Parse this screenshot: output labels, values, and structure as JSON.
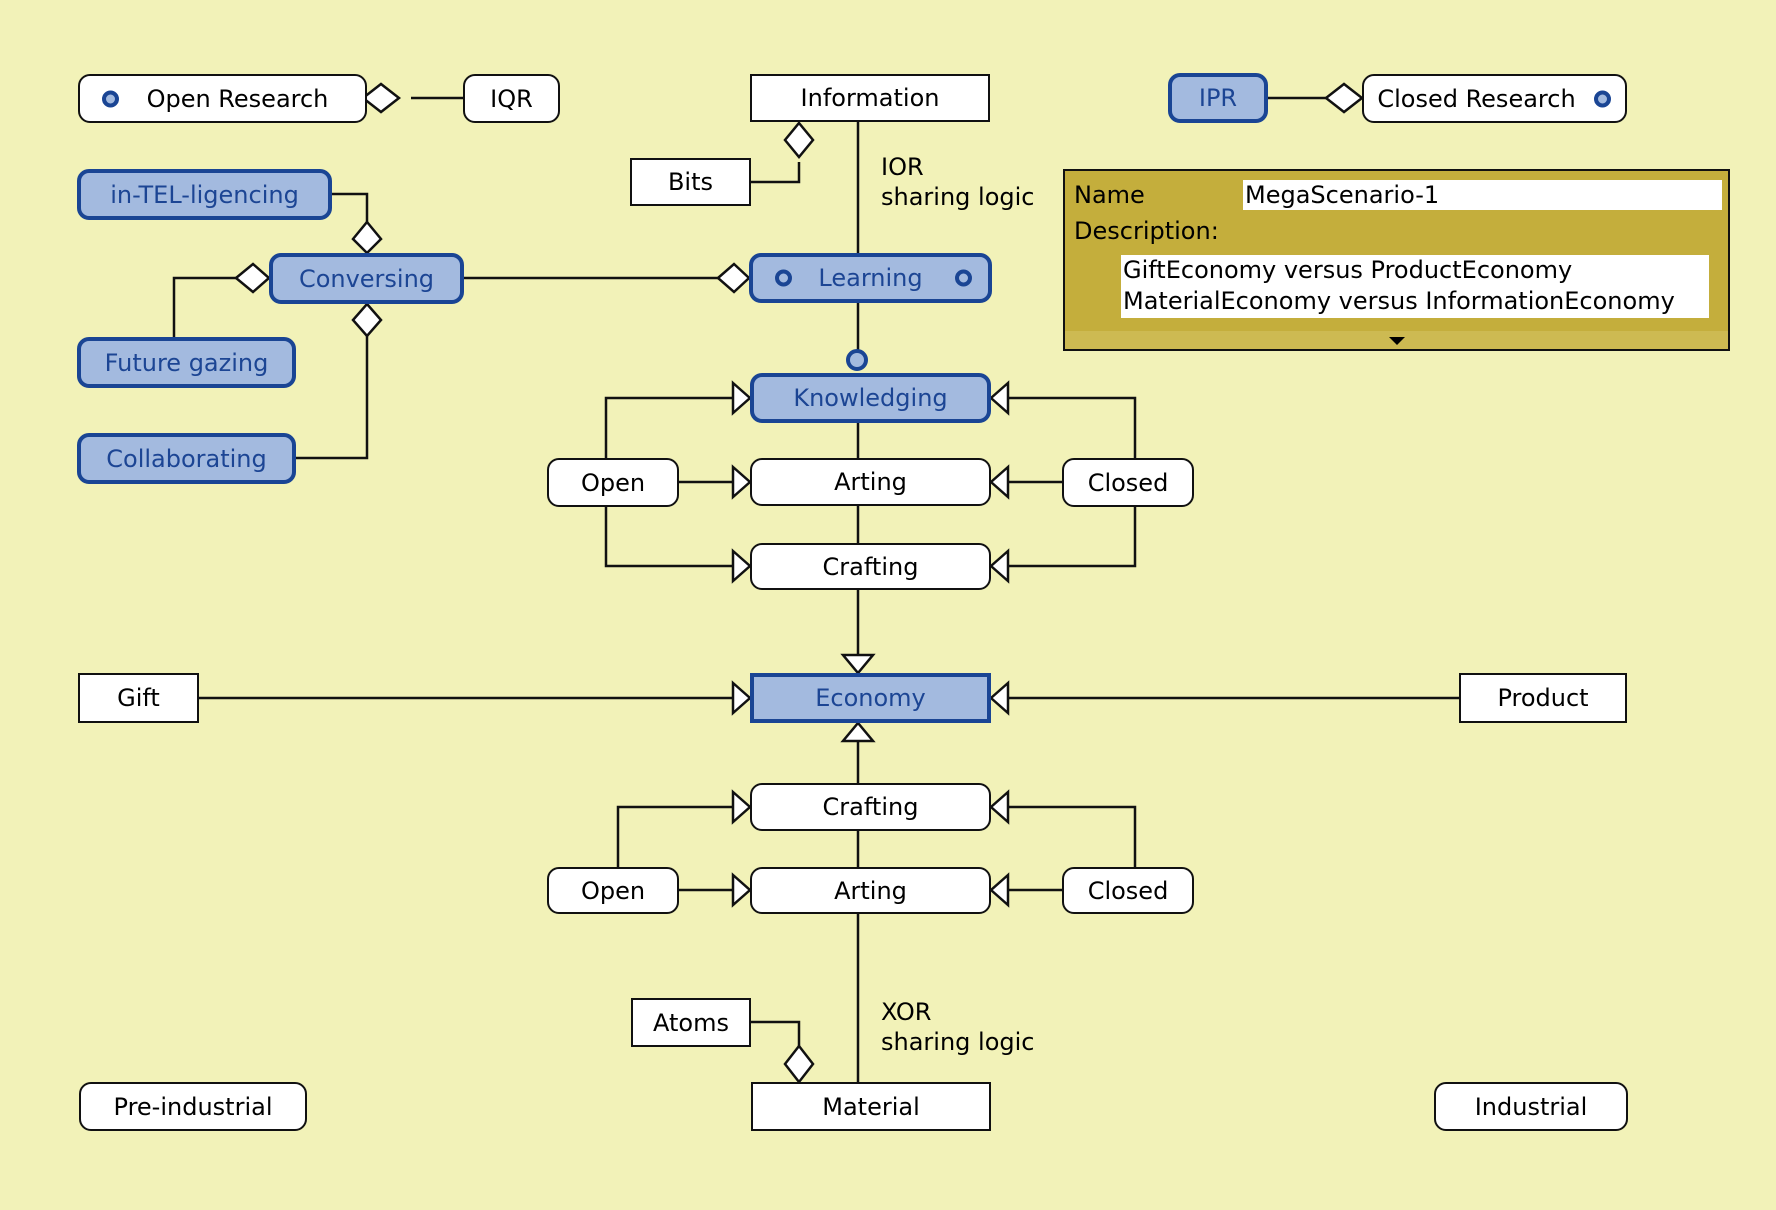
{
  "nodes": {
    "open_research": {
      "label": "Open Research",
      "icon": "circle-port-icon"
    },
    "iqr": {
      "label": "IQR"
    },
    "information": {
      "label": "Information"
    },
    "bits": {
      "label": "Bits"
    },
    "ipr": {
      "label": "IPR"
    },
    "closed_research": {
      "label": "Closed Research",
      "icon": "circle-port-icon"
    },
    "in_tel_ligencing": {
      "label": "in-TEL-ligencing"
    },
    "conversing": {
      "label": "Conversing"
    },
    "future_gazing": {
      "label": "Future gazing"
    },
    "collaborating": {
      "label": "Collaborating"
    },
    "learning": {
      "label": "Learning",
      "icons": [
        "circle-port-icon",
        "circle-port-icon"
      ]
    },
    "knowledging": {
      "label": "Knowledging"
    },
    "open_upper": {
      "label": "Open"
    },
    "arting_upper": {
      "label": "Arting"
    },
    "closed_upper": {
      "label": "Closed"
    },
    "crafting_upper": {
      "label": "Crafting"
    },
    "gift": {
      "label": "Gift"
    },
    "economy": {
      "label": "Economy"
    },
    "product": {
      "label": "Product"
    },
    "crafting_lower": {
      "label": "Crafting"
    },
    "open_lower": {
      "label": "Open"
    },
    "arting_lower": {
      "label": "Arting"
    },
    "closed_lower": {
      "label": "Closed"
    },
    "atoms": {
      "label": "Atoms"
    },
    "material": {
      "label": "Material"
    },
    "pre_industrial": {
      "label": "Pre-industrial"
    },
    "industrial": {
      "label": "Industrial"
    }
  },
  "annotations": {
    "ior": {
      "line1": "IOR",
      "line2": "sharing logic"
    },
    "xor": {
      "line1": "XOR",
      "line2": "sharing logic"
    }
  },
  "properties_panel": {
    "name_label": "Name",
    "name_value": "MegaScenario-1",
    "description_label": "Description:",
    "description_lines": [
      "GiftEconomy versus ProductEconomy",
      "MaterialEconomy versus InformationEconomy"
    ],
    "expand_icon": "caret-down-icon"
  },
  "colors": {
    "background": "#F2F2B8",
    "highlight_fill": "#A3BADF",
    "highlight_border": "#1A4594",
    "panel": "#C4AE3C"
  }
}
